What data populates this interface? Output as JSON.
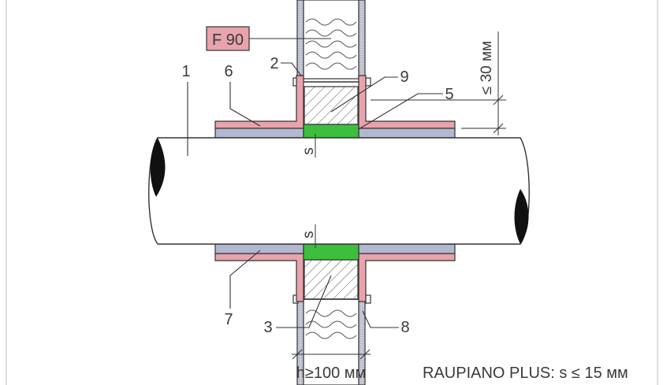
{
  "fire_rating": "F 90",
  "callouts": {
    "c1": "1",
    "c2": "2",
    "c3": "3",
    "c5": "5",
    "c6": "6",
    "c7": "7",
    "c8": "8",
    "c9": "9"
  },
  "dimensions": {
    "gap_top": "s",
    "gap_bottom": "s",
    "collar_offset": "≤ 30 мм",
    "wall_thickness": "h≥100 мм"
  },
  "note": "RAUPIANO PLUS: s ≤ 15 мм",
  "colors": {
    "collar": "#e8a3ad",
    "sleeve": "#b2b8cf",
    "seal": "#3dbe3d",
    "board": "#c8ccd6",
    "outline": "#333333"
  }
}
